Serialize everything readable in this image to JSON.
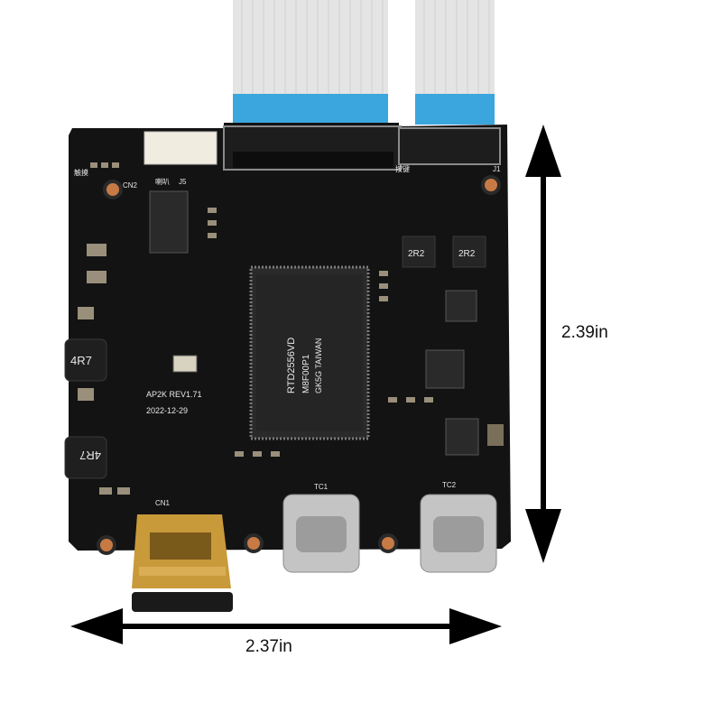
{
  "dimensions": {
    "height_label": "2.39in",
    "width_label": "2.37in"
  },
  "board": {
    "model_label": "AP2K REV1.71",
    "date_label": "2022-12-29",
    "chip_text_1": "RTD2556VD",
    "chip_text_2": "M8F00P1",
    "chip_text_3": "GK5G TAIWAN",
    "inductor_1": "4R7",
    "inductor_2": "4R7",
    "small_ind_1": "2R2",
    "small_ind_2": "2R2",
    "ref_cn2": "CN2",
    "ref_j5": "J5",
    "ref_j1": "J1",
    "ref_cn1": "CN1",
    "ref_tc1": "TC1",
    "ref_tc2": "TC2",
    "silk_speaker": "喇叭",
    "silk_touch": "触摸",
    "silk_key": "按键"
  },
  "colors": {
    "pcb": "#111111",
    "ribbon": "#e3e3e3",
    "ribbon_tip": "#3aa8e0",
    "gold": "#c99a3a",
    "usb_c": "#bdbdbd"
  }
}
